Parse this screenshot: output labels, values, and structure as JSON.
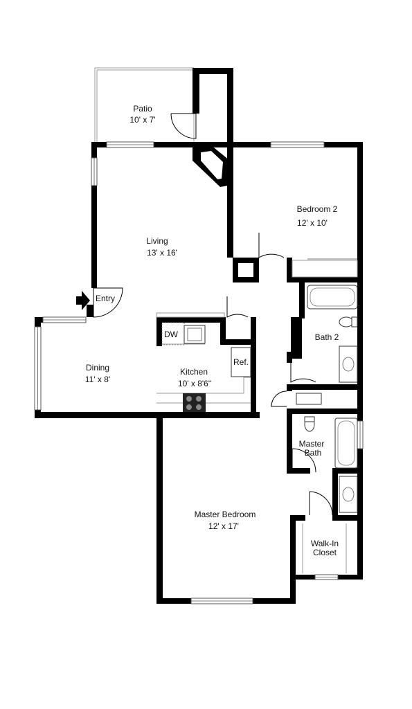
{
  "rooms": {
    "patio": {
      "name": "Patio",
      "dims": "10' x 7'"
    },
    "living": {
      "name": "Living",
      "dims": "13' x 16'"
    },
    "bedroom2": {
      "name": "Bedroom 2",
      "dims": "12' x 10'"
    },
    "dining": {
      "name": "Dining",
      "dims": "11' x 8'"
    },
    "kitchen": {
      "name": "Kitchen",
      "dims": "10' x 8'6\""
    },
    "bath2": {
      "name": "Bath 2"
    },
    "master_bath": {
      "name1": "Master",
      "name2": "Bath"
    },
    "master_bedroom": {
      "name": "Master Bedroom",
      "dims": "12' x 17'"
    },
    "walkin_closet": {
      "name1": "Walk-In",
      "name2": "Closet"
    }
  },
  "labels": {
    "entry": "Entry",
    "dishwasher": "DW",
    "refrigerator": "Ref."
  },
  "icons": {
    "entry_arrow": "arrow-right-icon"
  }
}
